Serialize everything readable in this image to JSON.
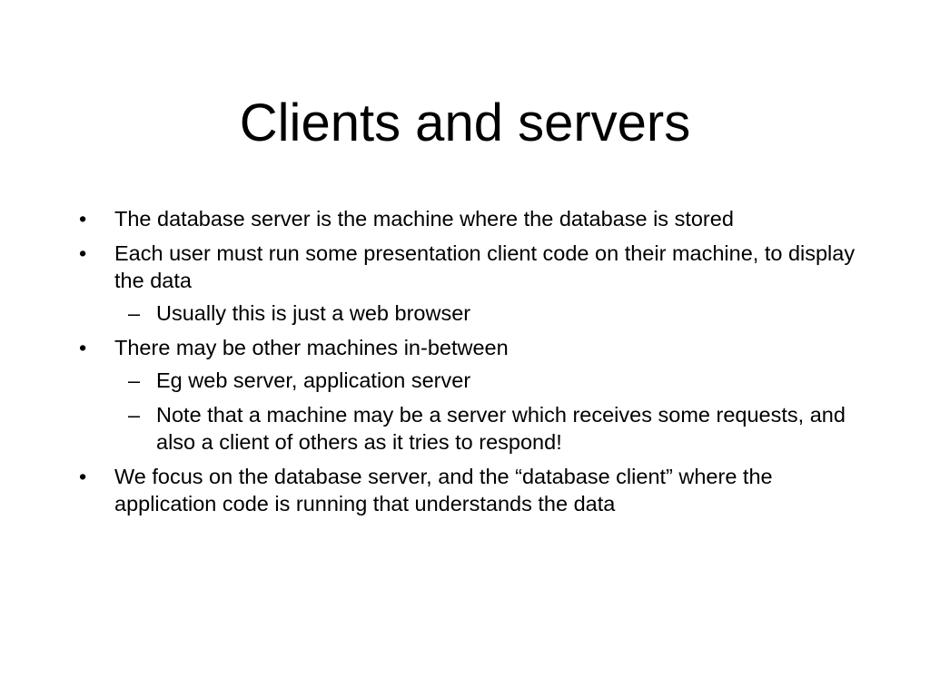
{
  "slide": {
    "title": "Clients and servers",
    "bullets": [
      {
        "text": "The database server is the machine where the database is stored",
        "subs": []
      },
      {
        "text": "Each user must run some presentation client code on their machine, to display the data",
        "subs": [
          "Usually this is just a web browser"
        ]
      },
      {
        "text": "There may be other machines in-between",
        "subs": [
          "Eg web server, application server",
          "Note that a machine may be a server which receives some requests, and also a client of others as it tries to respond!"
        ]
      },
      {
        "text": "We focus on the database server, and the “database client” where the application code is running that understands the data",
        "subs": []
      }
    ],
    "bullet_marker": "•",
    "sub_marker": "–"
  }
}
